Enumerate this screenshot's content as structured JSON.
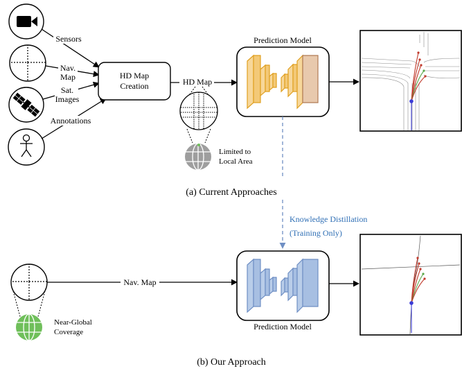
{
  "top": {
    "inputs": {
      "sensors": "Sensors",
      "nav_map_line1": "Nav.",
      "nav_map_line2": "Map",
      "sat_line1": "Sat.",
      "sat_line2": "Images",
      "annotations": "Annotations"
    },
    "hd_map_creation_line1": "HD Map",
    "hd_map_creation_line2": "Creation",
    "hd_map_arrow_label": "HD Map",
    "prediction_model_label": "Prediction Model",
    "limited_line1": "Limited to",
    "limited_line2": "Local Area",
    "caption": "(a) Current Approaches"
  },
  "middle": {
    "kd_line1": "Knowledge Distillation",
    "kd_line2": "(Training Only)"
  },
  "bottom": {
    "nav_map_arrow_label": "Nav. Map",
    "prediction_model_label": "Prediction Model",
    "coverage_line1": "Near-Global",
    "coverage_line2": "Coverage",
    "caption": "(b) Our Approach"
  },
  "colors": {
    "orange_fill": "#f7d79a",
    "orange_stroke": "#e0a020",
    "tan_fill": "#e8c9ad",
    "tan_stroke": "#b07a55",
    "blue_fill": "#b9cde9",
    "blue_stroke": "#6f8fc4",
    "kd_blue": "#2f6fb5",
    "globe_gray": "#9e9e9e",
    "globe_green": "#6fbf5a"
  }
}
